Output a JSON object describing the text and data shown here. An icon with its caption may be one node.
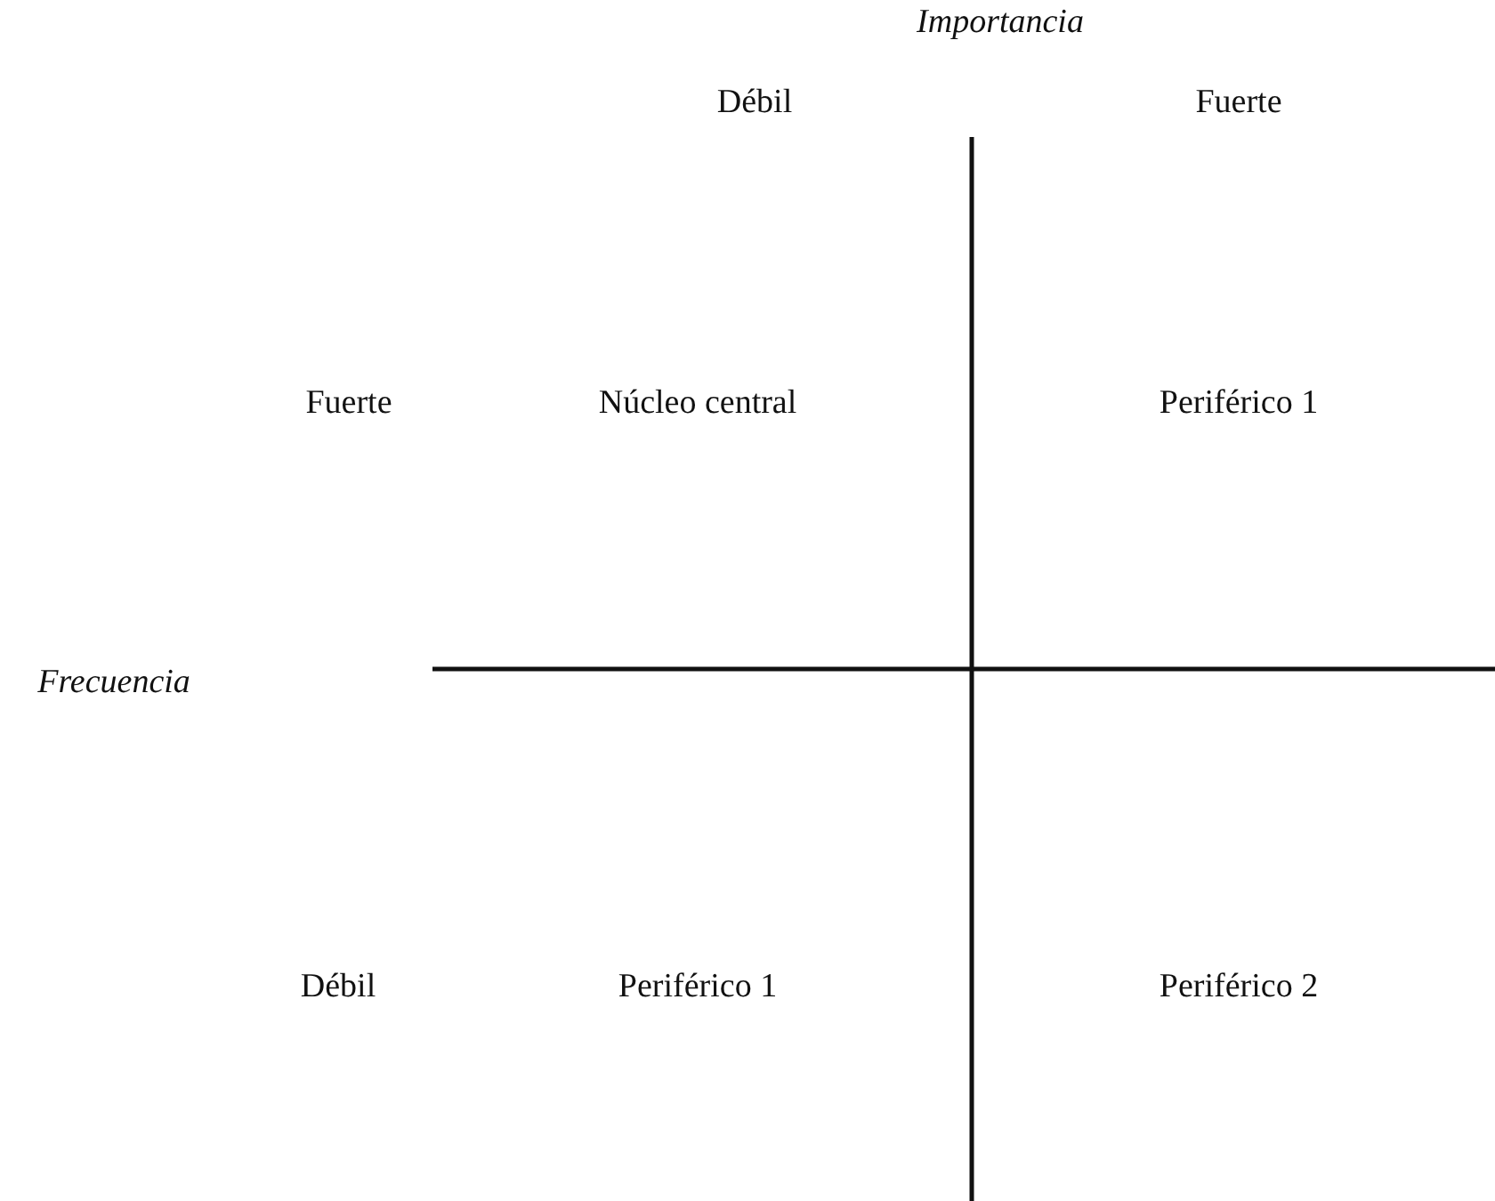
{
  "diagram": {
    "labels": [
      "Importancia",
      "Débil",
      "Fuerte",
      "Fuerte",
      "Núcleo central",
      "Periférico 1",
      "Frecuencia",
      "Débil",
      "Periférico 1",
      "Periférico 2"
    ]
  }
}
